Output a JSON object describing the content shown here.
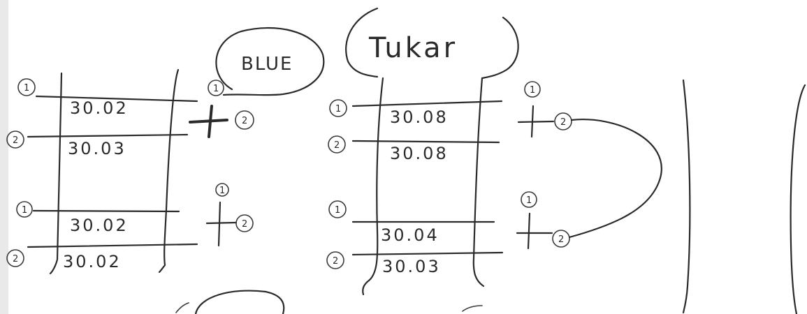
{
  "headings": {
    "blue": "BLUE",
    "tukar": "Tukar"
  },
  "left_panel": {
    "rows": [
      {
        "marker": "1",
        "value": "30.02"
      },
      {
        "marker": "2",
        "value": "30.03"
      },
      {
        "marker": "1",
        "value": "30.02"
      },
      {
        "marker": "2",
        "value": "30.02"
      }
    ],
    "crosses": [
      {
        "top": "1",
        "right": "2"
      },
      {
        "top": "1",
        "right": "2"
      }
    ]
  },
  "right_panel": {
    "rows": [
      {
        "marker": "1",
        "value": "30.08"
      },
      {
        "marker": "2",
        "value": "30.08"
      },
      {
        "marker": "1",
        "value": "30.04"
      },
      {
        "marker": "2",
        "value": "30.03"
      }
    ],
    "crosses": [
      {
        "top": "1",
        "right": "2"
      },
      {
        "top": "1",
        "right": "2"
      }
    ]
  }
}
